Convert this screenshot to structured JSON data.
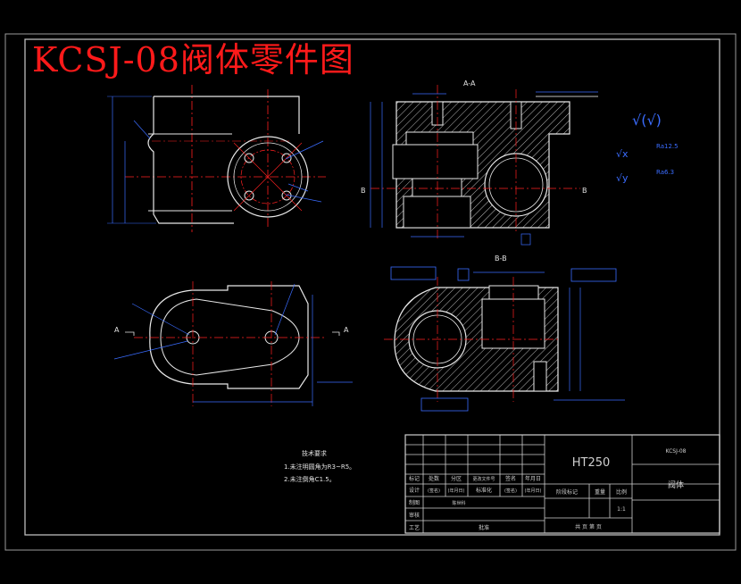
{
  "drawing": {
    "title": "KCSJ-08阀体零件图",
    "section_labels": {
      "top": "A-A",
      "bottom": "B-B",
      "arrow_a": "A",
      "arrow_b": "B"
    },
    "tech_requirements": {
      "heading": "技术要求",
      "line1": "1.未注明圆角为R3~R5。",
      "line2": "2.未注倒角C1.5。"
    },
    "formula": {
      "symbol_main": "√(√)",
      "line1_lhs": "√x",
      "line1_rhs": "Ra12.5",
      "line2_lhs": "√y",
      "line2_rhs": "Ra6.3"
    }
  },
  "title_block": {
    "material": "HT250",
    "drawing_no": "KCSJ-08",
    "part_name": "阀体",
    "row_headers": [
      "标记",
      "处数",
      "分区",
      "更改文件号",
      "签名",
      "年月日"
    ],
    "row_design": [
      "设计",
      "(签名)",
      "(年月日)",
      "标准化",
      "(签名)",
      "(年月日)"
    ],
    "labels_left": [
      "制图",
      "审核",
      "工艺"
    ],
    "draw_name": "陈世科",
    "approve": "批准",
    "stage_mark": "阶段标记",
    "weight": "重量",
    "scale": "比例",
    "scale_value": "1:1",
    "sheets": "共 页 第 页"
  }
}
